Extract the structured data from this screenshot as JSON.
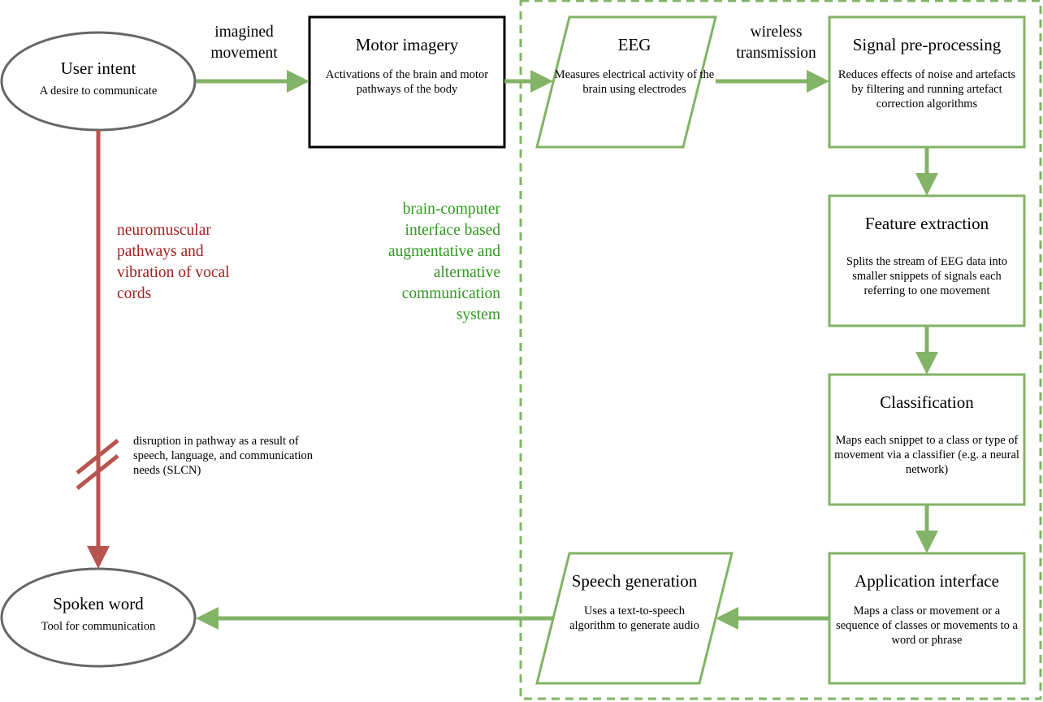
{
  "colors": {
    "green": "#82b366",
    "red": "#b85450",
    "ellipse_border": "#666666",
    "green_text": "#2f9a1e",
    "red_text": "#a32020"
  },
  "nodes": {
    "user_intent": {
      "title": "User intent",
      "desc": "A desire to communicate"
    },
    "motor_imagery": {
      "title": "Motor imagery",
      "desc": "Activations of the brain and motor pathways of the body"
    },
    "eeg": {
      "title": "EEG",
      "desc": "Measures electrical activity of the brain using electrodes"
    },
    "signal_preprocessing": {
      "title": "Signal pre-processing",
      "desc": "Reduces effects of noise and artefacts by filtering and running artefact correction algorithms"
    },
    "feature_extraction": {
      "title": "Feature extraction",
      "desc": "Splits the stream of EEG data into smaller snippets of signals each referring to one movement"
    },
    "classification": {
      "title": "Classification",
      "desc": "Maps each snippet to a class or type of movement via a classifier (e.g. a neural network)"
    },
    "application_interface": {
      "title": "Application interface",
      "desc": "Maps a class or movement or a sequence of classes or movements to a word or phrase"
    },
    "speech_generation": {
      "title": "Speech generation",
      "desc": "Uses a text-to-speech algorithm to generate audio"
    },
    "spoken_word": {
      "title": "Spoken word",
      "desc": "Tool for communication"
    }
  },
  "edge_labels": {
    "imagined_movement": "imagined movement",
    "wireless_transmission": "wireless transmission",
    "neuromuscular": "neuromuscular pathways and vibration of vocal cords",
    "disruption": "disruption in pathway as a result of speech, language, and communication needs (SLCN)"
  },
  "group_label": "brain-computer interface based augmentative and alternative communication system"
}
